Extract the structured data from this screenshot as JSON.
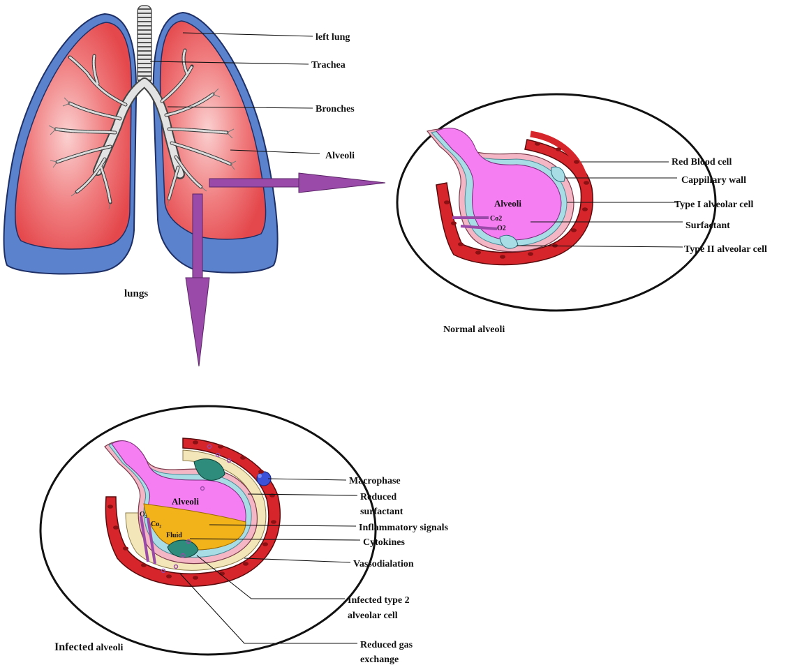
{
  "lungs_panel": {
    "caption": "lungs",
    "labels": {
      "left_lung": "left lung",
      "trachea": "Trachea",
      "bronches": "Bronches",
      "alveoli": "Alveoli"
    }
  },
  "normal_panel": {
    "caption": "Normal alveoli",
    "center_label": "Alveoli",
    "gas_co2": "Co2",
    "gas_o2": "O2",
    "labels": {
      "red_blood_cell": "Red Blood cell",
      "capillary_wall": "Cappillary wall",
      "type1": "Type I alveolar cell",
      "surfactant": "Surfactant",
      "type2": "Type II alveolar cell"
    }
  },
  "infected_panel": {
    "caption_bold": "Infected",
    "caption_rest": " alveoli",
    "center_label": "Alveoli",
    "fluid_label": "Fluid",
    "gas_o2": "O₂",
    "gas_co2": "Co₂",
    "labels": {
      "macrophase": "Macrophase",
      "reduced_surfactant_1": "Reduced",
      "reduced_surfactant_2": "surfactant",
      "inflammatory": "Inflammatory signals",
      "cytokines": "Cytokines",
      "vasso": "Vassodialation",
      "infected_type2_1": "Infected type 2",
      "infected_type2_2": "alveolar cell",
      "reduced_gas_1": "Reduced gas",
      "reduced_gas_2": "exchange"
    }
  },
  "colors": {
    "lung_fill": "#ef5f61",
    "lung_highlight": "#f6a3a4",
    "pleura": "#5b82cc",
    "airway": "#d9d9d9",
    "arrow": "#9a4aa8",
    "alveolus": "#f47ef2",
    "epithelium": "#f4b6c4",
    "surfactant_layer": "#a9dde6",
    "capillary": "#d6262b",
    "rbc": "#8a1014",
    "fluid": "#f2b21a",
    "interstitium": "#f3e6b8",
    "infected_cell": "#2e8c7c",
    "macrophage": "#3b52d8"
  }
}
